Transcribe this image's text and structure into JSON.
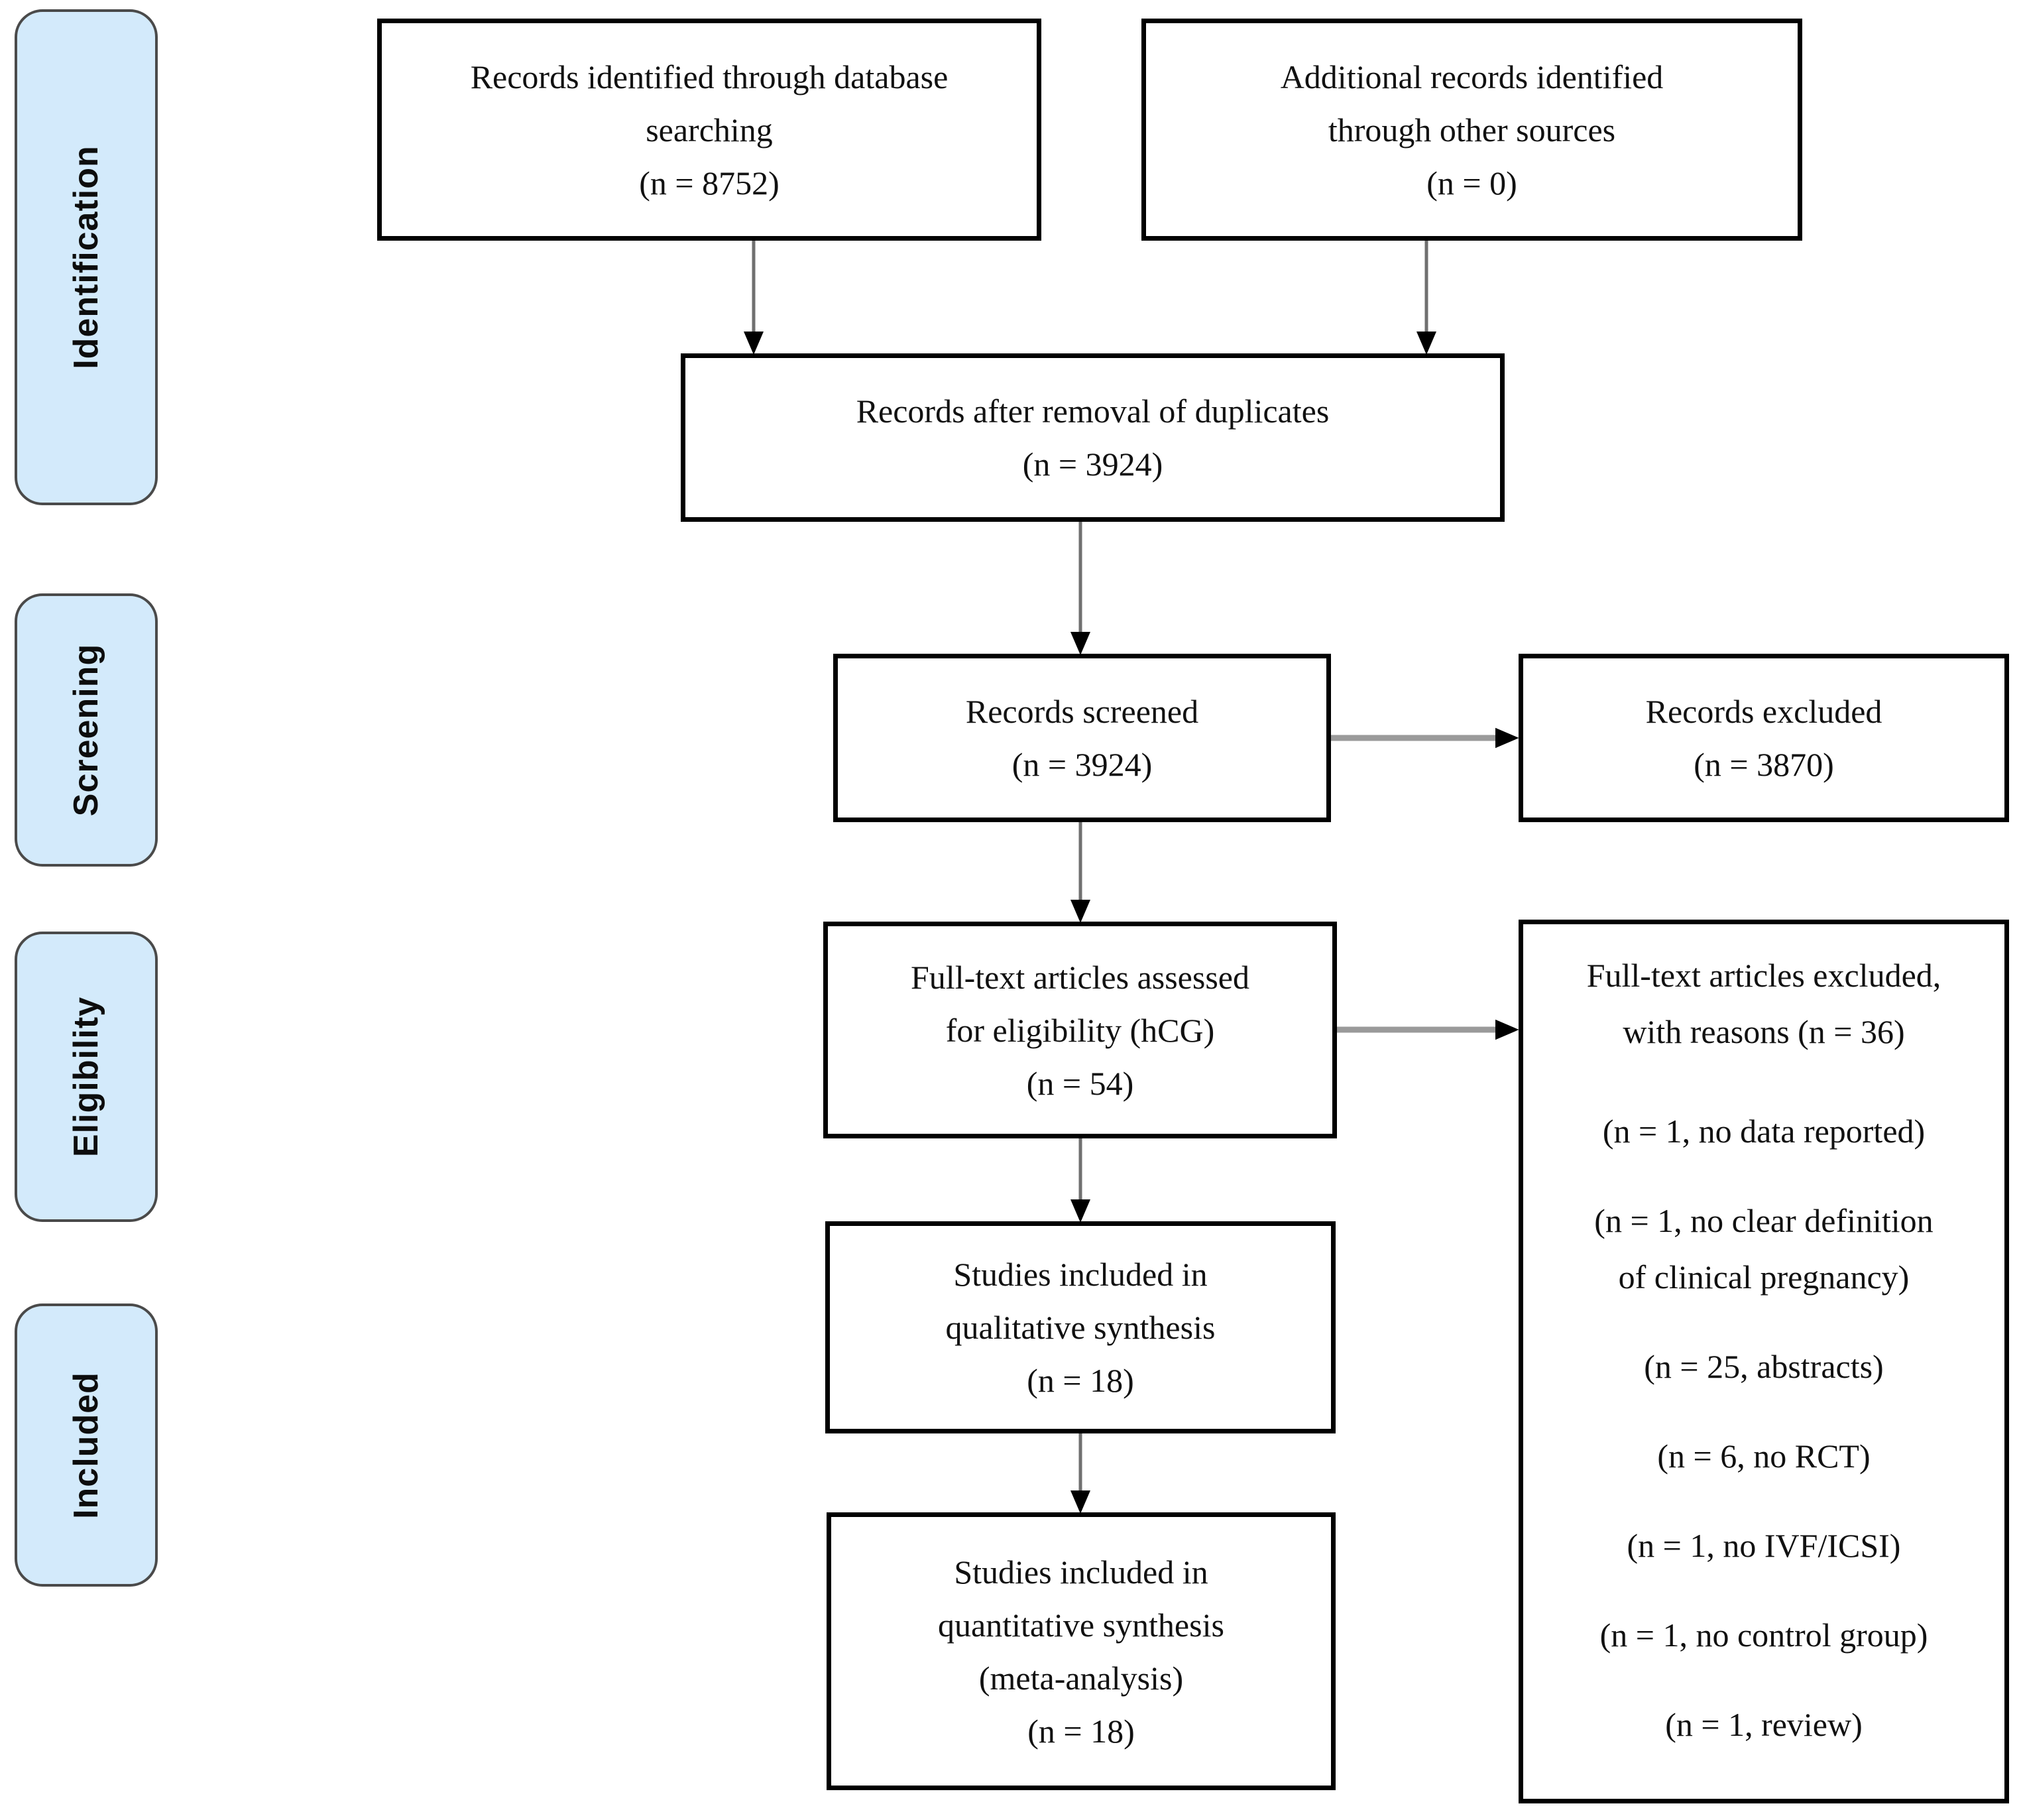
{
  "figure": {
    "type": "prisma-flow-diagram",
    "background_color": "#ffffff",
    "stage_fill_color": "#d3eafb",
    "box_border_color": "#000000",
    "arrow_color": "#707070"
  },
  "sidebar": {
    "stages": [
      {
        "label": "Identification"
      },
      {
        "label": "Screening"
      },
      {
        "label": "Eligibility"
      },
      {
        "label": "Included"
      }
    ]
  },
  "boxes": {
    "identified": {
      "lines": [
        "Records identified through database",
        "searching",
        "(n = 8752)"
      ]
    },
    "additional": {
      "lines": [
        "Additional records identified",
        "through other sources",
        "(n = 0)"
      ]
    },
    "duplicates": {
      "lines": [
        "Records after removal of duplicates",
        "(n = 3924)"
      ]
    },
    "screened": {
      "lines": [
        "Records screened",
        "(n = 3924)"
      ]
    },
    "excluded": {
      "lines": [
        "Records excluded",
        "(n = 3870)"
      ]
    },
    "fulltext": {
      "lines": [
        "Full-text articles assessed",
        "for eligibility (hCG)",
        "(n = 54)"
      ]
    },
    "reasons": {
      "header_lines": [
        "Full-text articles excluded,",
        "with reasons (n = 36)"
      ],
      "items": [
        [
          "(n = 1, no data reported)"
        ],
        [
          "(n = 1, no clear definition",
          "of clinical pregnancy)"
        ],
        [
          "(n = 25, abstracts)"
        ],
        [
          "(n = 6, no RCT)"
        ],
        [
          "(n = 1, no IVF/ICSI)"
        ],
        [
          "(n = 1, no control group)"
        ],
        [
          "(n = 1, review)"
        ]
      ]
    },
    "qualitative": {
      "lines": [
        "Studies included in",
        "qualitative synthesis",
        "(n = 18)"
      ]
    },
    "quantitative": {
      "lines": [
        "Studies included in",
        "quantitative synthesis",
        "(meta-analysis)",
        "(n = 18)"
      ]
    }
  }
}
